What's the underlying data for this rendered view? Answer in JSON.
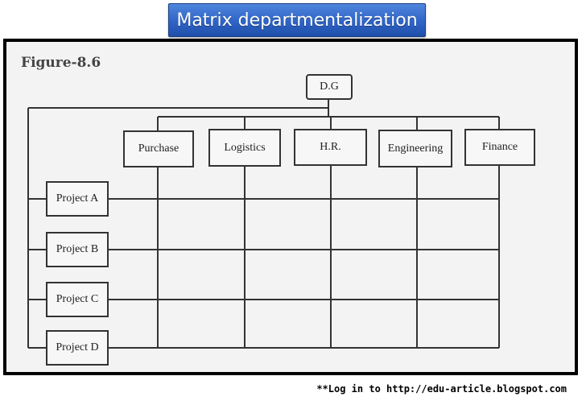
{
  "banner": {
    "title": "Matrix departmentalization"
  },
  "figure": {
    "label": "Figure-8.6",
    "top_node": "D.G",
    "departments": [
      "Purchase",
      "Logistics",
      "H.R.",
      "Engineering",
      "Finance"
    ],
    "projects": [
      "Project A",
      "Project B",
      "Project C",
      "Project D"
    ]
  },
  "footer": {
    "text": "**Log in to http://edu-article.blogspot.com"
  },
  "colors": {
    "banner": "#2f64c7",
    "frame_border": "#000000",
    "line": "#333333",
    "paper": "#f3f3f3"
  }
}
